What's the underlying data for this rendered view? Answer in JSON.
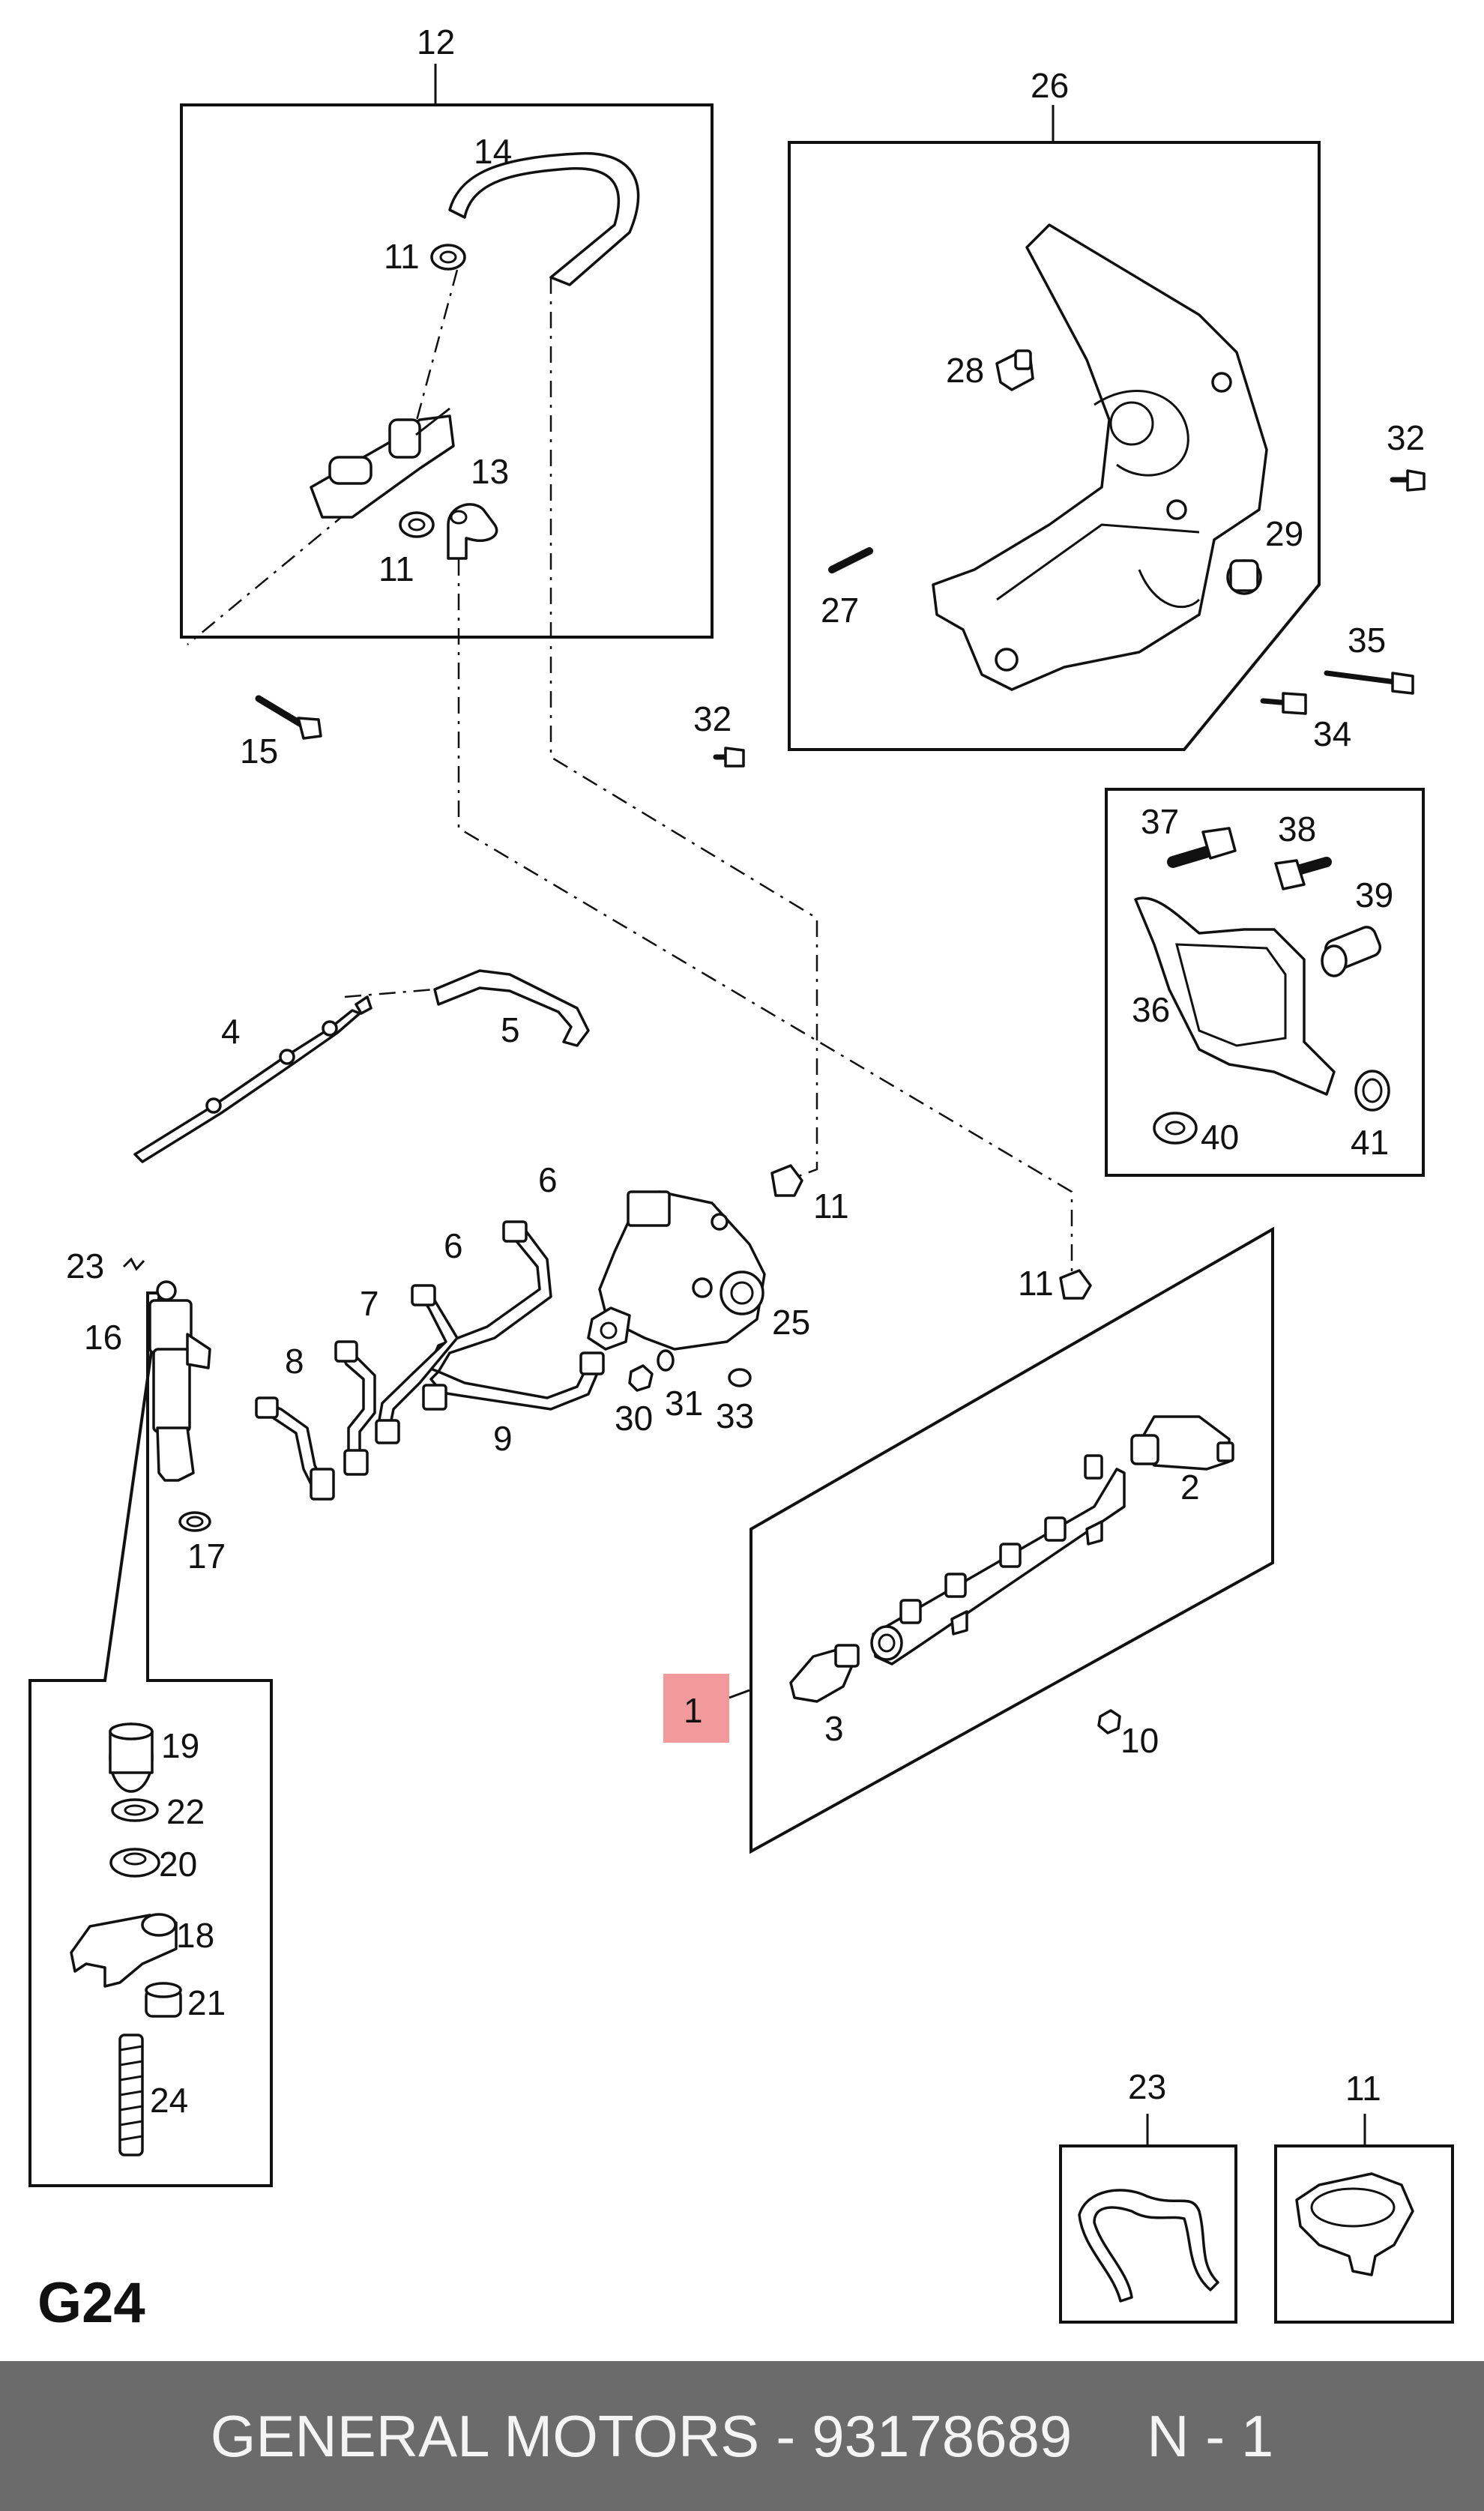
{
  "diagram_code": "G24",
  "highlight_color": "#f2999b",
  "footer": {
    "brand": "GENERAL MOTORS",
    "separator": "-",
    "part_number": "93178689",
    "ref": "N - 1"
  },
  "callouts": {
    "c1": "1",
    "c2": "2",
    "c3": "3",
    "c4": "4",
    "c5": "5",
    "c6a": "6",
    "c6b": "6",
    "c7": "7",
    "c8": "8",
    "c9": "9",
    "c10": "10",
    "c11a": "11",
    "c11b": "11",
    "c11c": "11",
    "c11d": "11",
    "c11e": "11",
    "c12": "12",
    "c13": "13",
    "c14": "14",
    "c15": "15",
    "c16": "16",
    "c17": "17",
    "c18": "18",
    "c19": "19",
    "c20": "20",
    "c21": "21",
    "c22": "22",
    "c23a": "23",
    "c23b": "23",
    "c24": "24",
    "c25": "25",
    "c26": "26",
    "c27": "27",
    "c28": "28",
    "c29": "29",
    "c30": "30",
    "c31": "31",
    "c32a": "32",
    "c32b": "32",
    "c33": "33",
    "c34": "34",
    "c35": "35",
    "c36": "36",
    "c37": "37",
    "c38": "38",
    "c39": "39",
    "c40": "40",
    "c41": "41"
  }
}
